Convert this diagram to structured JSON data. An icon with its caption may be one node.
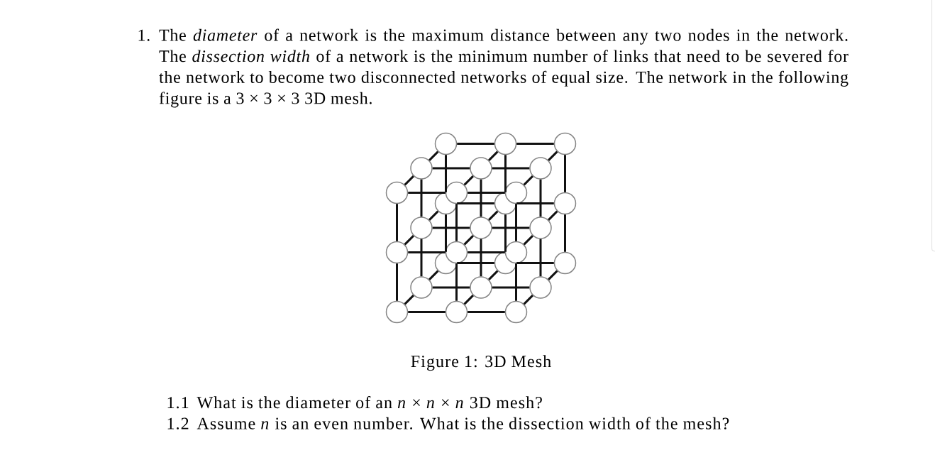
{
  "diagram": {
    "caption": "Figure 1: 3D Mesh",
    "nodes": [
      {
        "text": [],
        "shape": "circle"
      },
      {
        "text": [],
        "shape": "circle"
      },
      {
        "text": [],
        "shape": "circle"
      },
      {
        "text": [],
        "shape": "circle"
      },
      {
        "text": [],
        "shape": "circle"
      },
      {
        "text": [],
        "shape": "circle"
      },
      {
        "text": [],
        "shape": "circle"
      },
      {
        "text": [],
        "shape": "circle"
      },
      {
        "text": [],
        "shape": "circle"
      },
      {
        "text": [],
        "shape": "circle"
      },
      {
        "text": [],
        "shape": "circle"
      },
      {
        "text": [],
        "shape": "circle"
      },
      {
        "text": [],
        "shape": "circle"
      },
      {
        "text": [],
        "shape": "circle"
      },
      {
        "text": [],
        "shape": "circle"
      },
      {
        "text": [],
        "shape": "circle"
      },
      {
        "text": [],
        "shape": "circle"
      },
      {
        "text": [],
        "shape": "circle"
      },
      {
        "text": [],
        "shape": "circle"
      },
      {
        "text": [],
        "shape": "circle"
      },
      {
        "text": [],
        "shape": "circle"
      },
      {
        "text": [],
        "shape": "circle"
      },
      {
        "text": [],
        "shape": "circle"
      },
      {
        "text": [],
        "shape": "circle"
      },
      {
        "text": [],
        "shape": "circle"
      },
      {
        "text": [],
        "shape": "circle"
      },
      {
        "text": [],
        "shape": "circle"
      }
    ],
    "edges": [
      {
        "from": 0,
        "to": 1,
        "arrow": "none"
      },
      {
        "from": 0,
        "to": 3,
        "arrow": "none"
      },
      {
        "from": 0,
        "to": 9,
        "arrow": "none"
      },
      {
        "from": 1,
        "to": 2,
        "arrow": "none"
      },
      {
        "from": 1,
        "to": 4,
        "arrow": "none"
      },
      {
        "from": 1,
        "to": 10,
        "arrow": "none"
      },
      {
        "from": 2,
        "to": 5,
        "arrow": "none"
      },
      {
        "from": 2,
        "to": 11,
        "arrow": "none"
      },
      {
        "from": 3,
        "to": 4,
        "arrow": "none"
      },
      {
        "from": 3,
        "to": 6,
        "arrow": "none"
      },
      {
        "from": 3,
        "to": 12,
        "arrow": "none"
      },
      {
        "from": 4,
        "to": 5,
        "arrow": "none"
      },
      {
        "from": 4,
        "to": 7,
        "arrow": "none"
      },
      {
        "from": 4,
        "to": 13,
        "arrow": "none"
      },
      {
        "from": 5,
        "to": 8,
        "arrow": "none"
      },
      {
        "from": 5,
        "to": 14,
        "arrow": "none"
      },
      {
        "from": 6,
        "to": 7,
        "arrow": "none"
      },
      {
        "from": 6,
        "to": 15,
        "arrow": "none"
      },
      {
        "from": 7,
        "to": 8,
        "arrow": "none"
      },
      {
        "from": 7,
        "to": 16,
        "arrow": "none"
      },
      {
        "from": 8,
        "to": 17,
        "arrow": "none"
      },
      {
        "from": 9,
        "to": 10,
        "arrow": "none"
      },
      {
        "from": 9,
        "to": 12,
        "arrow": "none"
      },
      {
        "from": 9,
        "to": 18,
        "arrow": "none"
      },
      {
        "from": 10,
        "to": 11,
        "arrow": "none"
      },
      {
        "from": 10,
        "to": 13,
        "arrow": "none"
      },
      {
        "from": 10,
        "to": 19,
        "arrow": "none"
      },
      {
        "from": 11,
        "to": 14,
        "arrow": "none"
      },
      {
        "from": 11,
        "to": 20,
        "arrow": "none"
      },
      {
        "from": 12,
        "to": 13,
        "arrow": "none"
      },
      {
        "from": 12,
        "to": 15,
        "arrow": "none"
      },
      {
        "from": 12,
        "to": 21,
        "arrow": "none"
      },
      {
        "from": 13,
        "to": 14,
        "arrow": "none"
      },
      {
        "from": 13,
        "to": 16,
        "arrow": "none"
      },
      {
        "from": 13,
        "to": 22,
        "arrow": "none"
      },
      {
        "from": 14,
        "to": 17,
        "arrow": "none"
      },
      {
        "from": 14,
        "to": 23,
        "arrow": "none"
      },
      {
        "from": 15,
        "to": 16,
        "arrow": "none"
      },
      {
        "from": 15,
        "to": 24,
        "arrow": "none"
      },
      {
        "from": 16,
        "to": 17,
        "arrow": "none"
      },
      {
        "from": 16,
        "to": 25,
        "arrow": "none"
      },
      {
        "from": 17,
        "to": 26,
        "arrow": "none"
      },
      {
        "from": 18,
        "to": 19,
        "arrow": "none"
      },
      {
        "from": 18,
        "to": 21,
        "arrow": "none"
      },
      {
        "from": 19,
        "to": 20,
        "arrow": "none"
      },
      {
        "from": 19,
        "to": 22,
        "arrow": "none"
      },
      {
        "from": 20,
        "to": 23,
        "arrow": "none"
      },
      {
        "from": 21,
        "to": 22,
        "arrow": "none"
      },
      {
        "from": 21,
        "to": 24,
        "arrow": "none"
      },
      {
        "from": 22,
        "to": 23,
        "arrow": "none"
      },
      {
        "from": 22,
        "to": 25,
        "arrow": "none"
      },
      {
        "from": 23,
        "to": 26,
        "arrow": "none"
      },
      {
        "from": 24,
        "to": 25,
        "arrow": "none"
      },
      {
        "from": 25,
        "to": 26,
        "arrow": "none"
      }
    ],
    "labels": [
      "1.",
      "The *diameter* of a network is the maximum distance between any two nodes in the network. The *dissection width* of a network is the minimum number of links that need to be severed for the network to become two disconnected networks of equal size. The network in the following figure is a 3 × 3 × 3 3D mesh.",
      "1.1",
      "What is the diameter of an *n* × *n* × *n* 3D mesh?",
      "1.2",
      "Assume *n* is an even number. What is the dissection width of the mesh?"
    ]
  }
}
